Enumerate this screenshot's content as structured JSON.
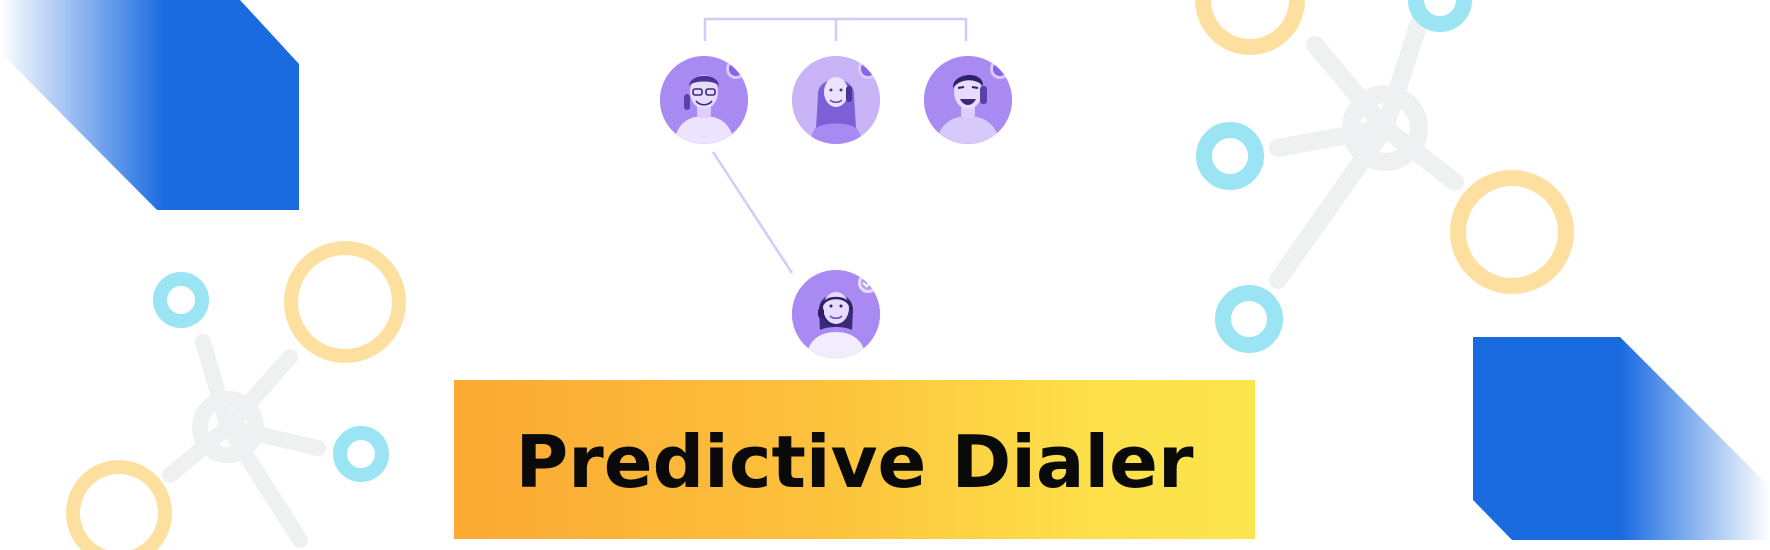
{
  "banner": {
    "title": "Predictive Dialer"
  },
  "colors": {
    "accent_blue": "#1a6be0",
    "ring_yellow": "#fde0a0",
    "ring_cyan": "#9ae4f3",
    "node_gray": "#eef0f2",
    "avatar_purple": "#a98af3",
    "connector_lilac": "#d6c8fb",
    "banner_orange": "#fba934",
    "banner_yellow": "#fbe54d"
  },
  "icons": {
    "top_avatars": [
      "agent-man-glasses-avatar",
      "agent-woman-phone-avatar",
      "agent-man-laughing-avatar"
    ],
    "bottom_avatar": "agent-woman-headset-avatar",
    "status": [
      "online-dot-icon",
      "checkmark-badge-icon"
    ]
  }
}
